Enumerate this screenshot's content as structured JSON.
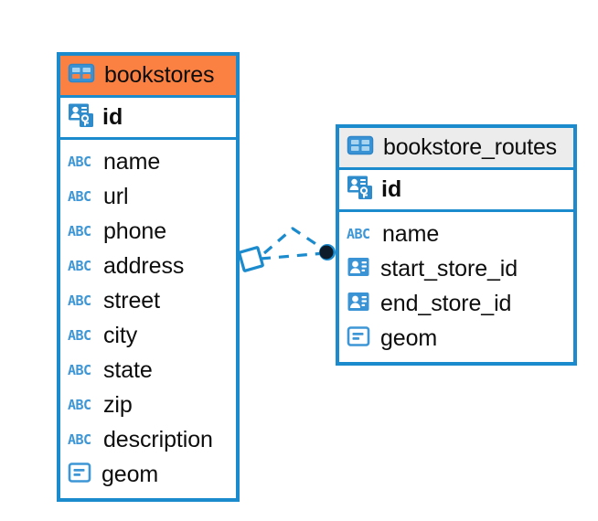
{
  "diagram": {
    "type": "er-diagram",
    "background_color": "#ffffff",
    "accent_color": "#1b8bce",
    "highlight_color": "#fa8142",
    "header_gray": "#ececec",
    "entities": [
      {
        "name": "bookstores",
        "header_style": "orange",
        "table_icon": "table-icon-orange",
        "primary_key": {
          "label": "id",
          "icon": "primary-key-icon"
        },
        "fields": [
          {
            "label": "name",
            "icon": "abc-text-icon"
          },
          {
            "label": "url",
            "icon": "abc-text-icon"
          },
          {
            "label": "phone",
            "icon": "abc-text-icon"
          },
          {
            "label": "address",
            "icon": "abc-text-icon"
          },
          {
            "label": "street",
            "icon": "abc-text-icon"
          },
          {
            "label": "city",
            "icon": "abc-text-icon"
          },
          {
            "label": "state",
            "icon": "abc-text-icon"
          },
          {
            "label": "zip",
            "icon": "abc-text-icon"
          },
          {
            "label": "description",
            "icon": "abc-text-icon"
          },
          {
            "label": "geom",
            "icon": "geometry-icon"
          }
        ]
      },
      {
        "name": "bookstore_routes",
        "header_style": "gray",
        "table_icon": "table-icon-blue",
        "primary_key": {
          "label": "id",
          "icon": "primary-key-icon"
        },
        "fields": [
          {
            "label": "name",
            "icon": "abc-text-icon"
          },
          {
            "label": "start_store_id",
            "icon": "foreign-key-icon"
          },
          {
            "label": "end_store_id",
            "icon": "foreign-key-icon"
          },
          {
            "label": "geom",
            "icon": "geometry-icon"
          }
        ]
      }
    ],
    "relationship": {
      "style": "dashed",
      "color": "#1b8bce",
      "source_marker": "diamond-outline",
      "target_marker": "filled-circle",
      "target_marker_color": "#0d1b2a"
    }
  }
}
